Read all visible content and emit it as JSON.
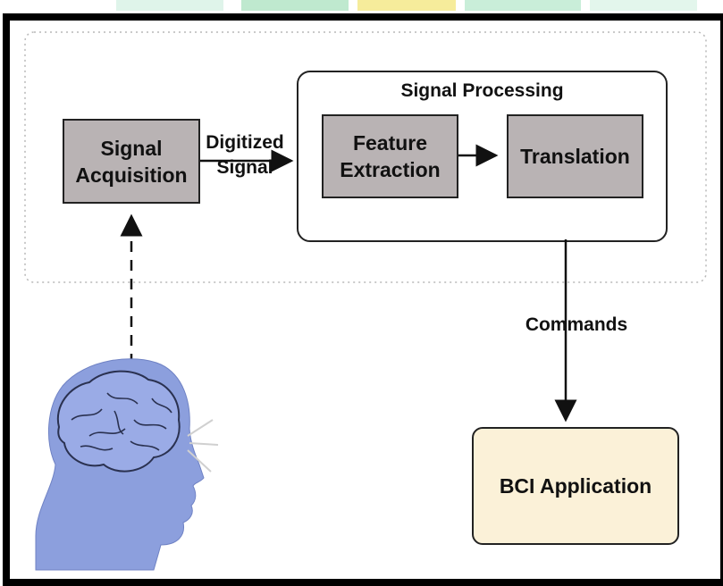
{
  "diagram": {
    "signal_acquisition": "Signal\nAcquisition",
    "digitized_signal": "Digitized\nSignal",
    "signal_processing": "Signal Processing",
    "feature_extraction": "Feature\nExtraction",
    "translation": "Translation",
    "commands": "Commands",
    "bci_application": "BCI Application"
  },
  "colors": {
    "process_box": "#b9b3b4",
    "bci_box": "#fbf1d8",
    "head": "#8c9fdd",
    "watermark_green": "#7ad3a0",
    "watermark_yellow": "#f3e36a"
  },
  "icons": [
    "brain-head-icon",
    "arrow-icon"
  ]
}
